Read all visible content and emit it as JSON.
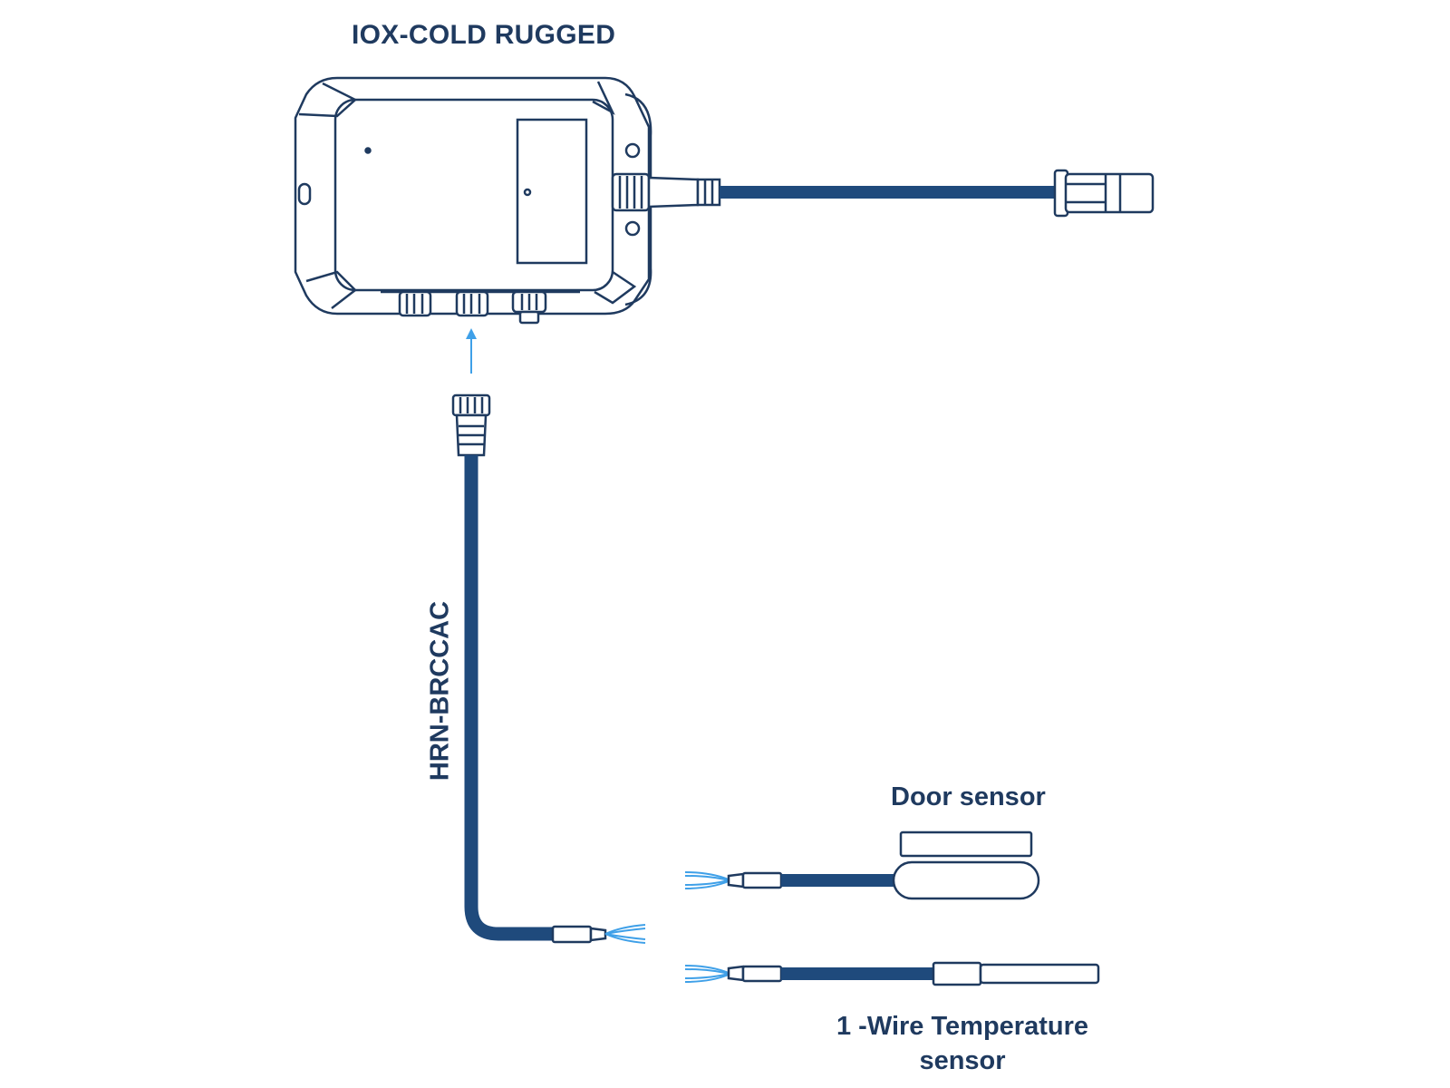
{
  "labels": {
    "device": "IOX-COLD RUGGED",
    "harness": "HRN-BRCCAC",
    "door_sensor": "Door sensor",
    "temp_sensor": "1 -Wire Temperature sensor"
  },
  "colors": {
    "outline": "#1f3a5f",
    "cable": "#1f4a7c",
    "arrow": "#3fa0e8",
    "wire": "#3fa0e8",
    "text": "#1f3a5f"
  }
}
